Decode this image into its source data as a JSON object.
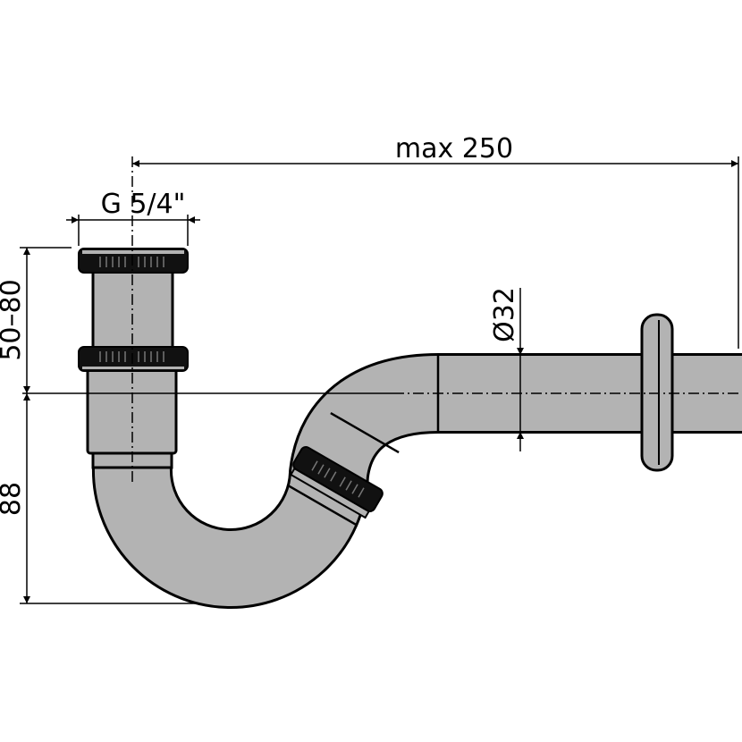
{
  "dimensions": {
    "max_length": "max 250",
    "thread": "G 5/4\"",
    "height_upper": "50–80",
    "height_lower": "88",
    "diameter": "Ø32"
  },
  "colors": {
    "pipe_fill": "#b3b3b3",
    "outline": "#000000",
    "background": "#ffffff"
  }
}
